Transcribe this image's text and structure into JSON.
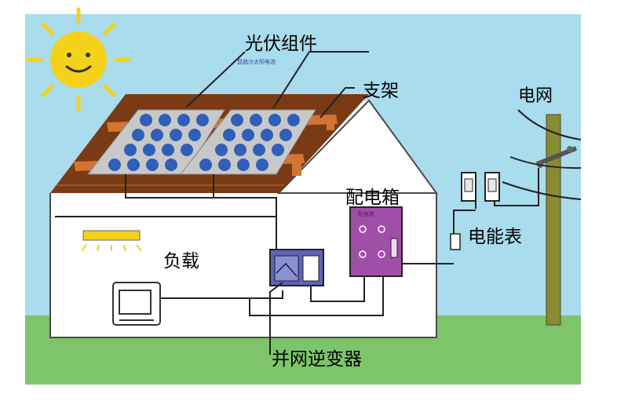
{
  "labels": {
    "pv_modules": "光伏组件",
    "bracket": "支架",
    "grid": "电网",
    "distribution_box": "配电箱",
    "electric_meter": "电能表",
    "load": "负载",
    "grid_inverter": "并网逆变器"
  },
  "small_text": {
    "panel_stamp": "昆曲沙太阳电池",
    "box_caption": "配电箱"
  },
  "colors": {
    "sky": "#a9dcec",
    "grass": "#7ec46a",
    "roof": "#7a3a14",
    "bracket": "#d47434",
    "panel_frame": "#c8c8c8",
    "solar_cell": "#2f5fb8",
    "house_wall": "#ffffff",
    "inverter": "#5f63b8",
    "distribution_box": "#a04fa8",
    "sun": "#f5d21a",
    "pole": "#8a8a32"
  }
}
